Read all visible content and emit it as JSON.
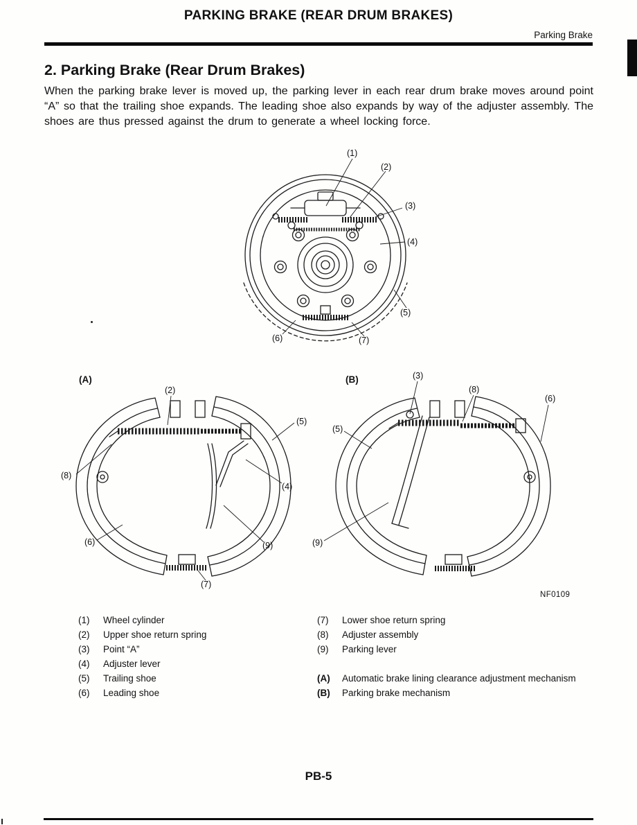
{
  "header": {
    "title": "PARKING BRAKE (REAR DRUM BRAKES)",
    "subtitle": "Parking Brake"
  },
  "section": {
    "title": "2. Parking Brake (Rear Drum Brakes)",
    "body": "When the parking brake lever is moved up, the parking lever in each rear drum brake moves around point “A” so that the trailing shoe expands. The leading shoe also expands by way of the adjuster assembly. The shoes are thus pressed against the drum to generate a wheel locking force."
  },
  "figure1": {
    "callouts": {
      "c1": "(1)",
      "c2": "(2)",
      "c3": "(3)",
      "c4": "(4)",
      "c5": "(5)",
      "c6": "(6)",
      "c7": "(7)"
    }
  },
  "figure2": {
    "label_a": "(A)",
    "label_b": "(B)",
    "a_callouts": {
      "c2": "(2)",
      "c5": "(5)",
      "c8": "(8)",
      "c4": "(4)",
      "c9": "(9)",
      "c6": "(6)",
      "c7": "(7)"
    },
    "b_callouts": {
      "c3": "(3)",
      "c8": "(8)",
      "c6": "(6)",
      "c5": "(5)",
      "c9": "(9)"
    },
    "figure_ref": "NF0109"
  },
  "legend": {
    "left": [
      {
        "num": "(1)",
        "label": "Wheel cylinder"
      },
      {
        "num": "(2)",
        "label": "Upper shoe return spring"
      },
      {
        "num": "(3)",
        "label": "Point “A”"
      },
      {
        "num": "(4)",
        "label": "Adjuster lever"
      },
      {
        "num": "(5)",
        "label": "Trailing shoe"
      },
      {
        "num": "(6)",
        "label": "Leading shoe"
      }
    ],
    "right": [
      {
        "num": "(7)",
        "label": "Lower shoe return spring"
      },
      {
        "num": "(8)",
        "label": "Adjuster assembly"
      },
      {
        "num": "(9)",
        "label": "Parking lever"
      }
    ],
    "mechanisms": [
      {
        "num": "(A)",
        "label": "Automatic brake lining clearance adjustment mechanism"
      },
      {
        "num": "(B)",
        "label": "Parking brake mechanism"
      }
    ]
  },
  "footer": {
    "page_number": "PB-5"
  }
}
